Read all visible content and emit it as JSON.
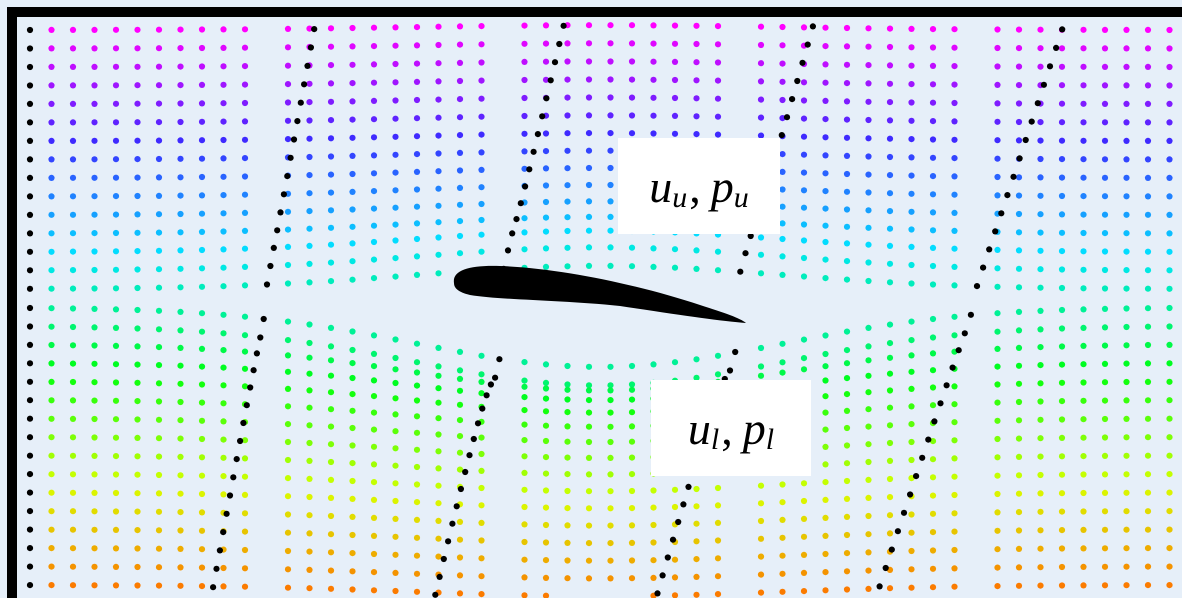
{
  "colors": {
    "background": "#e6eff9",
    "frame": "#000000",
    "airfoil": "#000000",
    "streak_dots": "#000000",
    "color_scale": [
      "#ff00ff",
      "#3b2bff",
      "#00e5ff",
      "#00ff11",
      "#d8ff00",
      "#ff6a00"
    ]
  },
  "labels": {
    "upper": {
      "u": "u",
      "u_sub": "u",
      "comma": ",",
      "p": "p",
      "p_sub": "u"
    },
    "lower": {
      "u": "u",
      "u_sub": "l",
      "comma": ",",
      "p": "p",
      "p_sub": "l"
    }
  },
  "icons": [
    "airfoil-shape"
  ]
}
